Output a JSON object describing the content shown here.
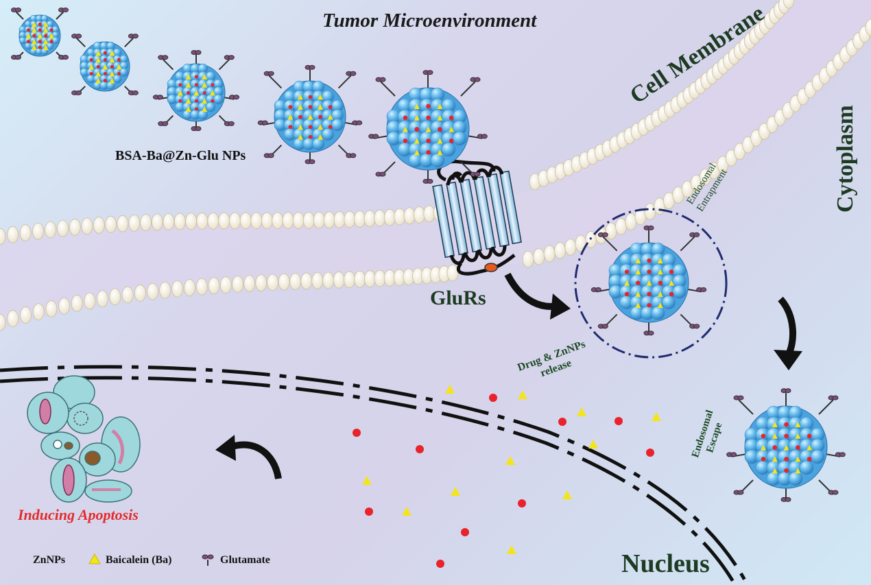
{
  "labels": {
    "title": "Tumor Microenvironment",
    "cell_membrane": "Cell Membrane",
    "cytoplasm": "Cytoplasm",
    "nanoparticles": "BSA-Ba@Zn-Glu NPs",
    "receptor": "GluRs",
    "endosomal_entrapment": [
      "Endosomal",
      "Entrapment"
    ],
    "drug_release": [
      "Drug & ZnNPs",
      "release"
    ],
    "endosomal_escape": [
      "Endosomal",
      "Escape"
    ],
    "apoptosis": "Inducing Apoptosis",
    "nucleus": "Nucleus"
  },
  "legend": [
    {
      "label": "ZnNPs",
      "icon": "red-dot-icon"
    },
    {
      "label": "Baicalein (Ba)",
      "icon": "yellow-triangle-icon"
    },
    {
      "label": "Glutamate",
      "icon": "glutamate-ligand-icon"
    }
  ],
  "colors": {
    "nanoparticle_blue": "#5fb6ea",
    "zn_red": "#e8232b",
    "baicalein_yellow": "#f4e41c",
    "endosome_border": "#1f2b6e",
    "apoptosis_red": "#e42b2b",
    "label_green": "#1d3b22"
  }
}
